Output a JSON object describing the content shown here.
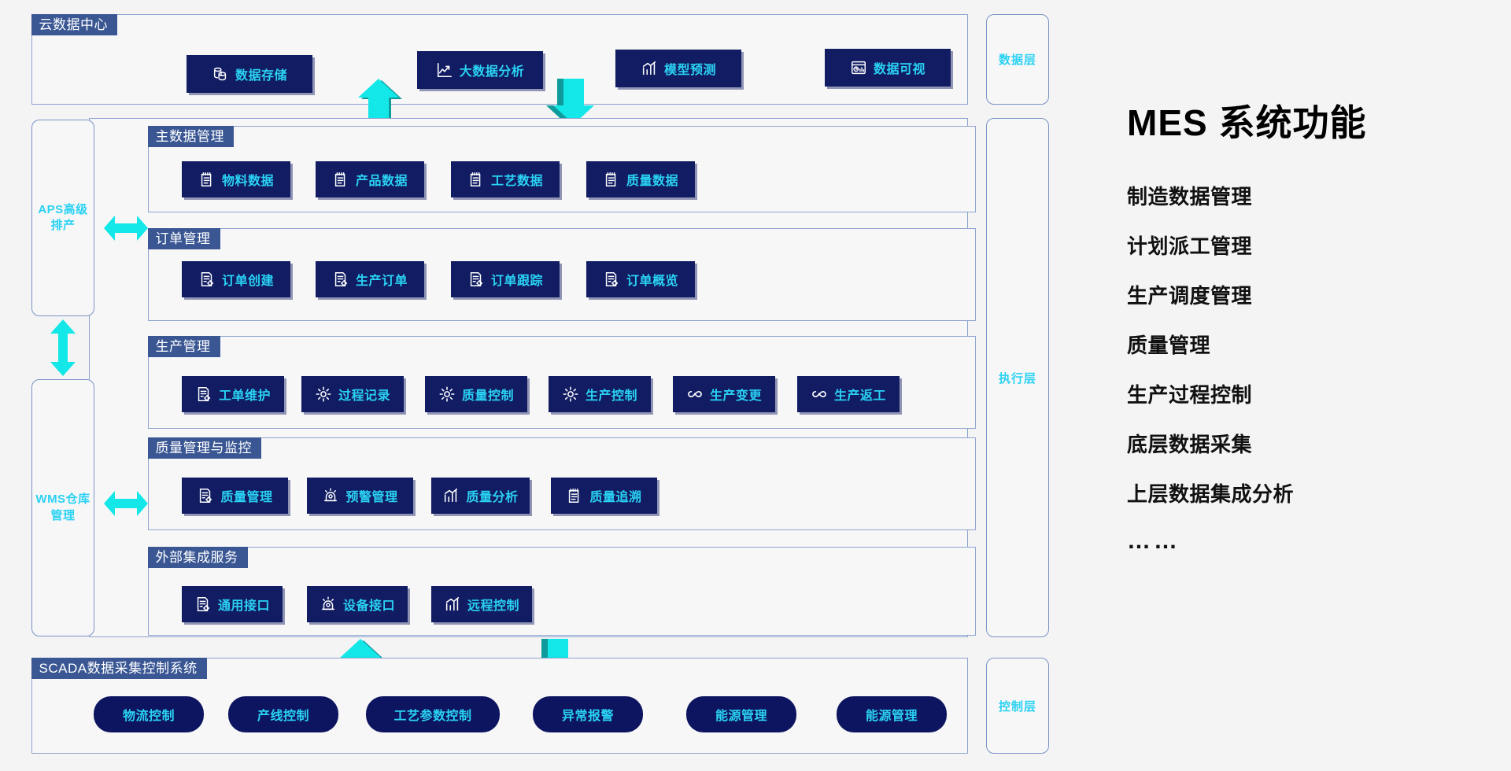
{
  "cloud_section": {
    "title": "云数据中心",
    "buttons": [
      {
        "label": "数据存储",
        "icon": "database-icon"
      },
      {
        "label": "大数据分析",
        "icon": "line-chart-icon"
      },
      {
        "label": "模型预测",
        "icon": "bar-trend-icon"
      },
      {
        "label": "数据可视",
        "icon": "dashboard-icon"
      }
    ]
  },
  "side_columns": [
    {
      "label": "APS高级排产",
      "name": "aps-column"
    },
    {
      "label": "WMS仓库管理",
      "name": "wms-column"
    }
  ],
  "layers": [
    {
      "label": "数据层",
      "name": "data-layer"
    },
    {
      "label": "执行层",
      "name": "execution-layer"
    },
    {
      "label": "控制层",
      "name": "control-layer"
    }
  ],
  "sections": [
    {
      "title": "主数据管理",
      "name": "master-data-management",
      "buttons": [
        {
          "label": "物料数据",
          "icon": "clipboard-list-icon"
        },
        {
          "label": "产品数据",
          "icon": "clipboard-list-icon"
        },
        {
          "label": "工艺数据",
          "icon": "clipboard-list-icon"
        },
        {
          "label": "质量数据",
          "icon": "clipboard-list-icon"
        }
      ]
    },
    {
      "title": "订单管理",
      "name": "order-management",
      "buttons": [
        {
          "label": "订单创建",
          "icon": "document-gear-icon"
        },
        {
          "label": "生产订单",
          "icon": "document-gear-icon"
        },
        {
          "label": "订单跟踪",
          "icon": "document-gear-icon"
        },
        {
          "label": "订单概览",
          "icon": "document-gear-icon"
        }
      ]
    },
    {
      "title": "生产管理",
      "name": "production-management",
      "buttons": [
        {
          "label": "工单维护",
          "icon": "document-gear-icon"
        },
        {
          "label": "过程记录",
          "icon": "gear-icon"
        },
        {
          "label": "质量控制",
          "icon": "gear-icon"
        },
        {
          "label": "生产控制",
          "icon": "gear-icon"
        },
        {
          "label": "生产变更",
          "icon": "infinity-icon"
        },
        {
          "label": "生产返工",
          "icon": "infinity-icon"
        }
      ]
    },
    {
      "title": "质量管理与监控",
      "name": "quality-management-monitoring",
      "buttons": [
        {
          "label": "质量管理",
          "icon": "document-gear-icon"
        },
        {
          "label": "预警管理",
          "icon": "alarm-lamp-icon"
        },
        {
          "label": "质量分析",
          "icon": "bar-trend-icon"
        },
        {
          "label": "质量追溯",
          "icon": "clipboard-list-icon"
        }
      ]
    },
    {
      "title": "外部集成服务",
      "name": "external-integration-services",
      "buttons": [
        {
          "label": "通用接口",
          "icon": "document-gear-icon"
        },
        {
          "label": "设备接口",
          "icon": "alarm-lamp-icon"
        },
        {
          "label": "远程控制",
          "icon": "bar-trend-icon"
        }
      ]
    }
  ],
  "scada_section": {
    "title": "SCADA数据采集控制系统",
    "name": "scada-section",
    "buttons": [
      {
        "label": "物流控制"
      },
      {
        "label": "产线控制"
      },
      {
        "label": "工艺参数控制"
      },
      {
        "label": "异常报警"
      },
      {
        "label": "能源管理"
      },
      {
        "label": "能源管理"
      }
    ]
  },
  "info_panel": {
    "title": "MES 系统功能",
    "items": [
      "制造数据管理",
      "计划派工管理",
      "生产调度管理",
      "质量管理",
      "生产过程控制",
      "底层数据采集",
      "上层数据集成分析",
      "……"
    ]
  },
  "colors": {
    "button_fill": "#111c63",
    "button_text": "#2ad2f3",
    "section_tab": "#3a5794",
    "panel_border": "#8ea3d0",
    "arrow_light": "#13e7e7",
    "arrow_dark": "#0f9b9b",
    "background": "#f4f4f5"
  }
}
